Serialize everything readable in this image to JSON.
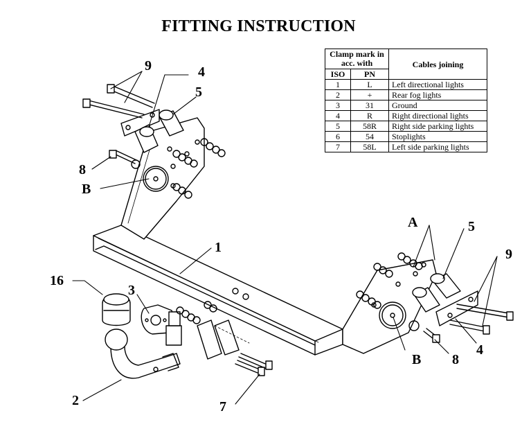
{
  "title": "FITTING INSTRUCTION",
  "table": {
    "header_clamp": "Clamp mark in acc. with",
    "header_cables": "Cables joining",
    "sub_iso": "ISO",
    "sub_pn": "PN",
    "rows": [
      {
        "iso": "1",
        "pn": "L",
        "desc": "Left directional lights"
      },
      {
        "iso": "2",
        "pn": "+",
        "desc": "Rear fog lights"
      },
      {
        "iso": "3",
        "pn": "31",
        "desc": "Ground"
      },
      {
        "iso": "4",
        "pn": "R",
        "desc": "Right directional lights"
      },
      {
        "iso": "5",
        "pn": "58R",
        "desc": "Right side parking lights"
      },
      {
        "iso": "6",
        "pn": "54",
        "desc": "Stoplights"
      },
      {
        "iso": "7",
        "pn": "58L",
        "desc": "Left side parking lights"
      }
    ]
  },
  "callouts": {
    "n9_left": "9",
    "n4_left": "4",
    "n5_left": "5",
    "n8_left": "8",
    "b_left": "B",
    "n1": "1",
    "n16": "16",
    "n3": "3",
    "n2": "2",
    "n7": "7",
    "a_right": "A",
    "n5_right": "5",
    "n9_right": "9",
    "b_right": "B",
    "n8_right": "8",
    "n4_right": "4"
  }
}
